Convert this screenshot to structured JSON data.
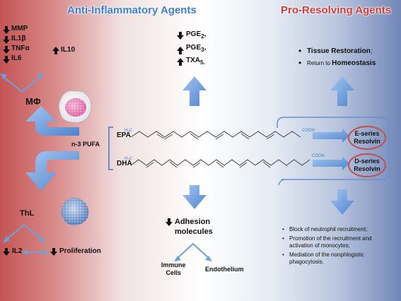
{
  "headers": {
    "anti": "Anti-Inflammatory Agents",
    "pro": "Pro-Resolving Agents"
  },
  "left_markers": [
    "MMP",
    "IL1β",
    "TNFα",
    "IL6"
  ],
  "il10": "IL10",
  "macrophage": "MΦ",
  "n3_pufa": "n-3 PUFA",
  "thl": "ThL",
  "il2": "IL2",
  "proliferation": "Proliferation",
  "pge": [
    {
      "base": "PGE",
      "sub": "2",
      "suffix": ","
    },
    {
      "base": "PGE",
      "sub": "3",
      "suffix": ","
    },
    {
      "base": "TXA",
      "sub": "5.",
      "suffix": ""
    }
  ],
  "epa": "EPA",
  "dha": "DHA",
  "h3c": "H₃C",
  "cooh": "COOH",
  "e_series": [
    "E-series",
    "Resolvin"
  ],
  "d_series": [
    "D-series",
    "Resolvin"
  ],
  "tissue": {
    "bullet1_a": "Tissue Restoration",
    "bullet1_b": ";",
    "bullet2_a": "Return to ",
    "bullet2_b": "Homeostasis"
  },
  "adhesion": [
    "Adhesion",
    "molecules"
  ],
  "immune": [
    "Immune",
    "Cells"
  ],
  "endothelium": "Endothelium",
  "resolving_effects": [
    "Block of neutrophil recruitment;",
    "Promotion of the recruitment and activation of monocytes;",
    "Mediation of the nonphlogistic phagocytosis."
  ],
  "colors": {
    "arrow": "#6fa1dc",
    "box_border": "#6d8fc7",
    "oval": "#c0504d",
    "blue_title": "#3b7fd4",
    "red_title": "#d23a3a"
  }
}
